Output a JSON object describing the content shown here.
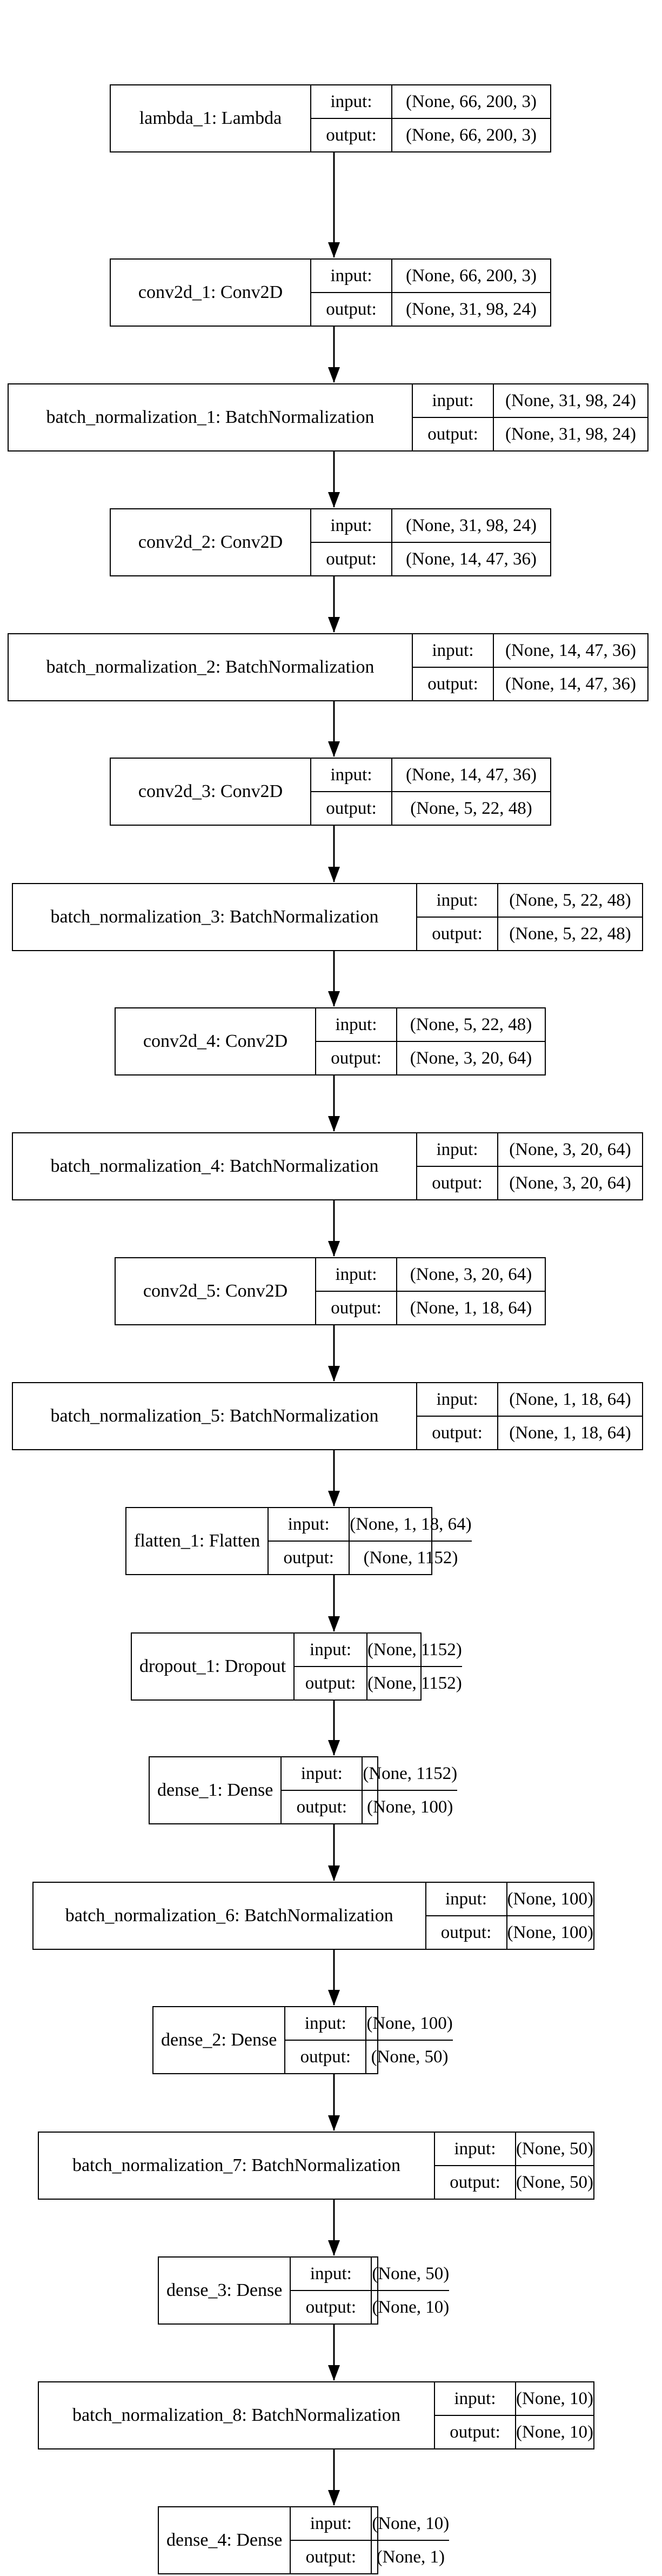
{
  "layers": [
    {
      "name": "lambda_1: Lambda",
      "input": "(None, 66, 200, 3)",
      "output": "(None, 66, 200, 3)"
    },
    {
      "name": "conv2d_1: Conv2D",
      "input": "(None, 66, 200, 3)",
      "output": "(None, 31, 98, 24)"
    },
    {
      "name": "batch_normalization_1: BatchNormalization",
      "input": "(None, 31, 98, 24)",
      "output": "(None, 31, 98, 24)"
    },
    {
      "name": "conv2d_2: Conv2D",
      "input": "(None, 31, 98, 24)",
      "output": "(None, 14, 47, 36)"
    },
    {
      "name": "batch_normalization_2: BatchNormalization",
      "input": "(None, 14, 47, 36)",
      "output": "(None, 14, 47, 36)"
    },
    {
      "name": "conv2d_3: Conv2D",
      "input": "(None, 14, 47, 36)",
      "output": "(None, 5, 22, 48)"
    },
    {
      "name": "batch_normalization_3: BatchNormalization",
      "input": "(None, 5, 22, 48)",
      "output": "(None, 5, 22, 48)"
    },
    {
      "name": "conv2d_4: Conv2D",
      "input": "(None, 5, 22, 48)",
      "output": "(None, 3, 20, 64)"
    },
    {
      "name": "batch_normalization_4: BatchNormalization",
      "input": "(None, 3, 20, 64)",
      "output": "(None, 3, 20, 64)"
    },
    {
      "name": "conv2d_5: Conv2D",
      "input": "(None, 3, 20, 64)",
      "output": "(None, 1, 18, 64)"
    },
    {
      "name": "batch_normalization_5: BatchNormalization",
      "input": "(None, 1, 18, 64)",
      "output": "(None, 1, 18, 64)"
    },
    {
      "name": "flatten_1: Flatten",
      "input": "(None, 1, 18, 64)",
      "output": "(None, 1152)"
    },
    {
      "name": "dropout_1: Dropout",
      "input": "(None, 1152)",
      "output": "(None, 1152)"
    },
    {
      "name": "dense_1: Dense",
      "input": "(None, 1152)",
      "output": "(None, 100)"
    },
    {
      "name": "batch_normalization_6: BatchNormalization",
      "input": "(None, 100)",
      "output": "(None, 100)"
    },
    {
      "name": "dense_2: Dense",
      "input": "(None, 100)",
      "output": "(None, 50)"
    },
    {
      "name": "batch_normalization_7: BatchNormalization",
      "input": "(None, 50)",
      "output": "(None, 50)"
    },
    {
      "name": "dense_3: Dense",
      "input": "(None, 50)",
      "output": "(None, 10)"
    },
    {
      "name": "batch_normalization_8: BatchNormalization",
      "input": "(None, 10)",
      "output": "(None, 10)"
    },
    {
      "name": "dense_4: Dense",
      "input": "(None, 10)",
      "output": "(None, 1)"
    }
  ],
  "labels": {
    "input": "input:",
    "output": "output:"
  }
}
